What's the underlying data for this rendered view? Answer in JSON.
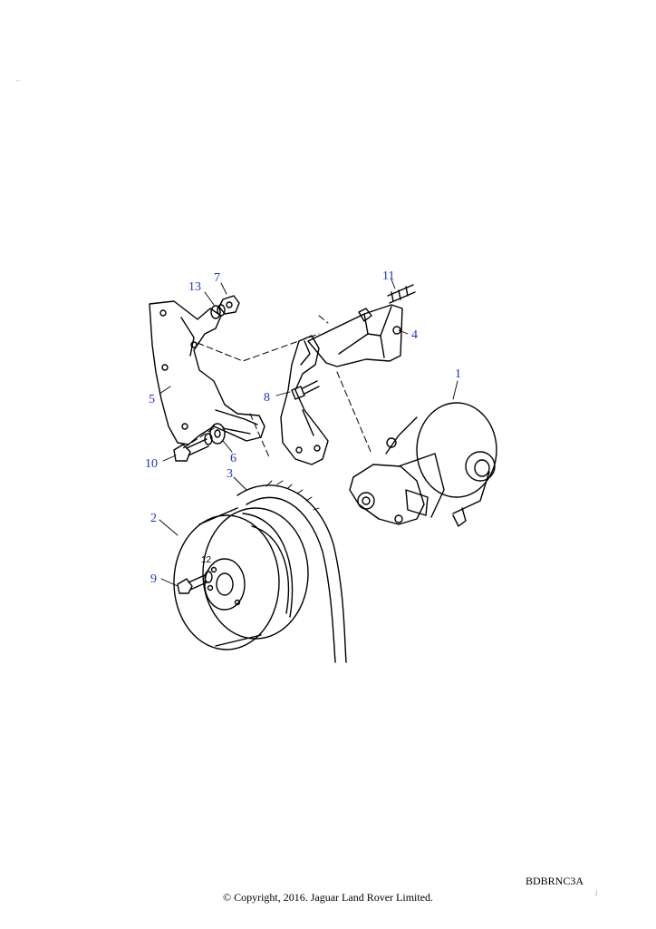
{
  "diagram": {
    "callouts": [
      {
        "id": "1",
        "text": "1"
      },
      {
        "id": "2",
        "text": "2"
      },
      {
        "id": "3",
        "text": "3"
      },
      {
        "id": "4",
        "text": "4"
      },
      {
        "id": "5",
        "text": "5"
      },
      {
        "id": "6",
        "text": "6"
      },
      {
        "id": "7",
        "text": "7"
      },
      {
        "id": "8",
        "text": "8"
      },
      {
        "id": "9",
        "text": "9"
      },
      {
        "id": "10",
        "text": "10"
      },
      {
        "id": "11",
        "text": "11"
      },
      {
        "id": "12",
        "text": "12"
      },
      {
        "id": "13",
        "text": "13"
      }
    ],
    "callout_color": "#1a33cc",
    "line_color": "#000000"
  },
  "footer": {
    "ref_code": "BDBRNC3A",
    "copyright": "© Copyright, 2016. Jaguar Land Rover Limited."
  }
}
